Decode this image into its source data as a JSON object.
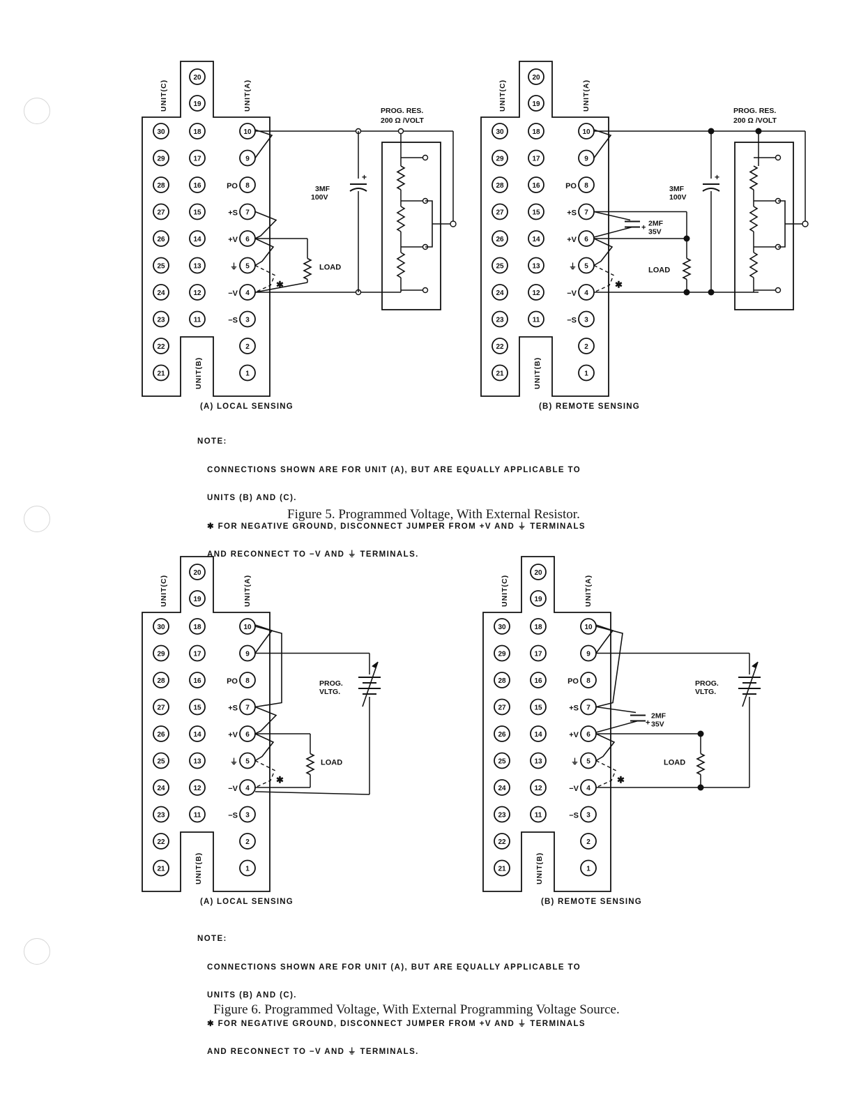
{
  "figures": [
    {
      "id": "fig5",
      "caption": "Figure 5. Programmed Voltage, With External Resistor.",
      "note_heading": "NOTE:",
      "note_lines": [
        "CONNECTIONS SHOWN ARE FOR UNIT (A), BUT ARE EQUALLY APPLICABLE TO",
        "UNITS (B) AND (C).",
        "✱ FOR NEGATIVE GROUND, DISCONNECT JUMPER FROM +V AND ⏚ TERMINALS",
        "AND RECONNECT TO −V AND ⏚ TERMINALS."
      ],
      "diagrams": [
        {
          "sublabel": "(A) LOCAL SENSING",
          "unit_labels": {
            "c": "UNIT(C)",
            "a": "UNIT(A)",
            "b": "UNIT(B)"
          },
          "prog_res_label": [
            "PROG. RES.",
            "200 Ω /VOLT"
          ],
          "cap_label": [
            "3MF",
            "100V"
          ],
          "load_label": "LOAD"
        },
        {
          "sublabel": "(B) REMOTE SENSING",
          "unit_labels": {
            "c": "UNIT(C)",
            "a": "UNIT(A)",
            "b": "UNIT(B)"
          },
          "prog_res_label": [
            "PROG. RES.",
            "200 Ω /VOLT"
          ],
          "cap_label": [
            "3MF",
            "100V"
          ],
          "cap2_label": [
            "2MF",
            "35V"
          ],
          "load_label": "LOAD"
        }
      ]
    },
    {
      "id": "fig6",
      "caption": "Figure 6. Programmed Voltage, With External Programming Voltage Source.",
      "note_heading": "NOTE:",
      "note_lines": [
        "CONNECTIONS SHOWN ARE FOR UNIT (A), BUT ARE EQUALLY APPLICABLE TO",
        "UNITS (B) AND (C).",
        "✱ FOR NEGATIVE GROUND, DISCONNECT JUMPER FROM +V AND ⏚ TERMINALS",
        "AND RECONNECT TO −V AND ⏚ TERMINALS."
      ],
      "diagrams": [
        {
          "sublabel": "(A) LOCAL SENSING",
          "unit_labels": {
            "c": "UNIT(C)",
            "a": "UNIT(A)",
            "b": "UNIT(B)"
          },
          "prog_vltg_label": [
            "PROG.",
            "VLTG."
          ],
          "load_label": "LOAD"
        },
        {
          "sublabel": "(B) REMOTE SENSING",
          "unit_labels": {
            "c": "UNIT(C)",
            "a": "UNIT(A)",
            "b": "UNIT(B)"
          },
          "prog_vltg_label": [
            "PROG.",
            "VLTG."
          ],
          "cap2_label": [
            "2MF",
            "35V"
          ],
          "load_label": "LOAD"
        }
      ]
    }
  ],
  "terminal_block": {
    "unit_c_numbers": [
      "30",
      "29",
      "28",
      "27",
      "26",
      "25",
      "24",
      "23",
      "22",
      "21"
    ],
    "middle_numbers": [
      "20",
      "19",
      "18",
      "17",
      "16",
      "15",
      "14",
      "13",
      "12",
      "11"
    ],
    "unit_a_numbers": [
      "10",
      "9",
      "8",
      "7",
      "6",
      "5",
      "4",
      "3",
      "2",
      "1"
    ],
    "unit_a_prefixes": [
      "",
      "",
      "PO",
      "+S",
      "+V",
      "⏚",
      "−V",
      "−S",
      "",
      ""
    ]
  },
  "asterisk": "✱"
}
